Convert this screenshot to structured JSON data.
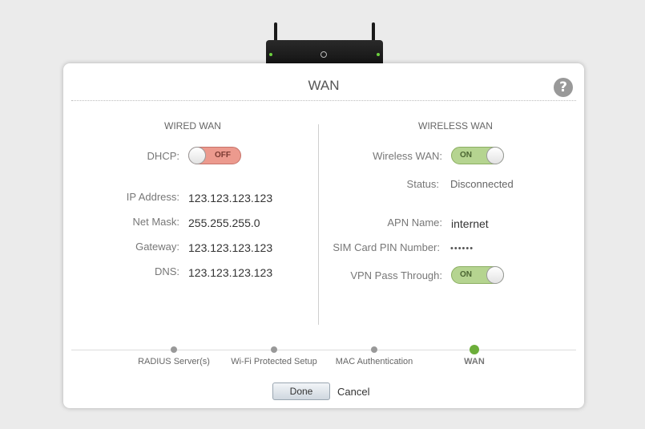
{
  "title": "WAN",
  "help_label": "?",
  "wired": {
    "heading": "WIRED WAN",
    "dhcp_label": "DHCP:",
    "dhcp_state": "OFF",
    "fields": [
      {
        "label": "IP Address:",
        "value": "123.123.123.123"
      },
      {
        "label": "Net Mask:",
        "value": "255.255.255.0"
      },
      {
        "label": "Gateway:",
        "value": "123.123.123.123"
      },
      {
        "label": "DNS:",
        "value": "123.123.123.123"
      }
    ]
  },
  "wireless": {
    "heading": "WIRELESS WAN",
    "wireless_wan_label": "Wireless WAN:",
    "wireless_wan_state": "ON",
    "status_label": "Status:",
    "status_value": "Disconnected",
    "apn_label": "APN Name:",
    "apn_value": "internet",
    "pin_label": "SIM Card PIN Number:",
    "pin_value": "••••••",
    "vpn_label": "VPN Pass Through:",
    "vpn_state": "ON"
  },
  "steps": [
    {
      "label": "RADIUS Server(s)",
      "active": false
    },
    {
      "label": "Wi-Fi Protected Setup",
      "active": false
    },
    {
      "label": "MAC Authentication",
      "active": false
    },
    {
      "label": "WAN",
      "active": true
    }
  ],
  "buttons": {
    "done": "Done",
    "cancel": "Cancel"
  },
  "colors": {
    "toggle_off": "#ec9a8e",
    "toggle_on": "#b5d490",
    "active_step": "#6cae3a"
  }
}
